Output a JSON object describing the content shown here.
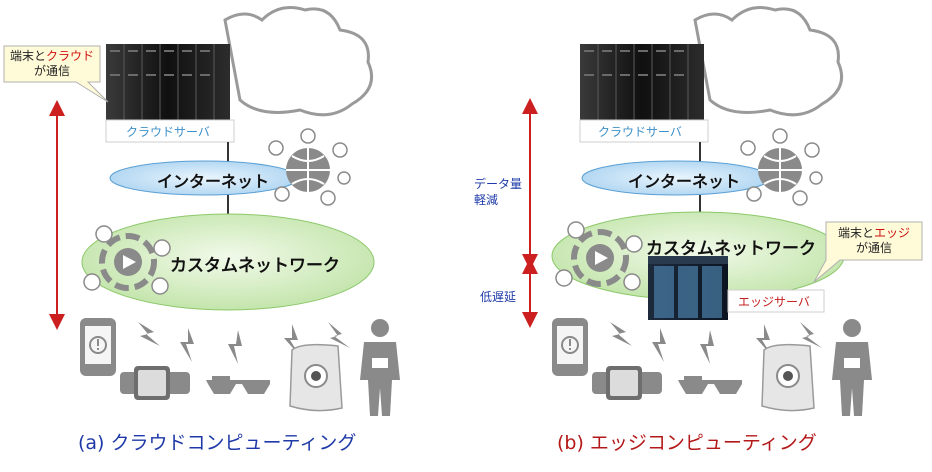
{
  "panel_a": {
    "caption": "(a) クラウドコンピューティング",
    "server_label": "クラウドサーバ",
    "internet_label": "インターネット",
    "custom_network_label": "カスタムネットワーク",
    "bubble": {
      "line1_prefix": "端末と",
      "line1_highlight": "クラウド",
      "line2": "が通信"
    }
  },
  "panel_b": {
    "caption": "(b) エッジコンピューティング",
    "server_label": "クラウドサーバ",
    "internet_label": "インターネット",
    "custom_network_label": "カスタムネットワーク",
    "edge_server_label": "エッジサーバ",
    "data_reduction_line1": "データ量",
    "data_reduction_line2": "軽減",
    "low_latency_label": "低遅延",
    "bubble": {
      "line1_prefix": "端末と",
      "line1_highlight": "エッジ",
      "line2": "が通信"
    }
  },
  "colors": {
    "cloud_outline": "#9a9a9a",
    "internet_fill": "#cfe6f8",
    "custom_network_fill": "#d9efc8",
    "arrow": "#cc1f1f",
    "icon_gray": "#7f7f7f",
    "bubble_fill": "#fffbd9"
  }
}
